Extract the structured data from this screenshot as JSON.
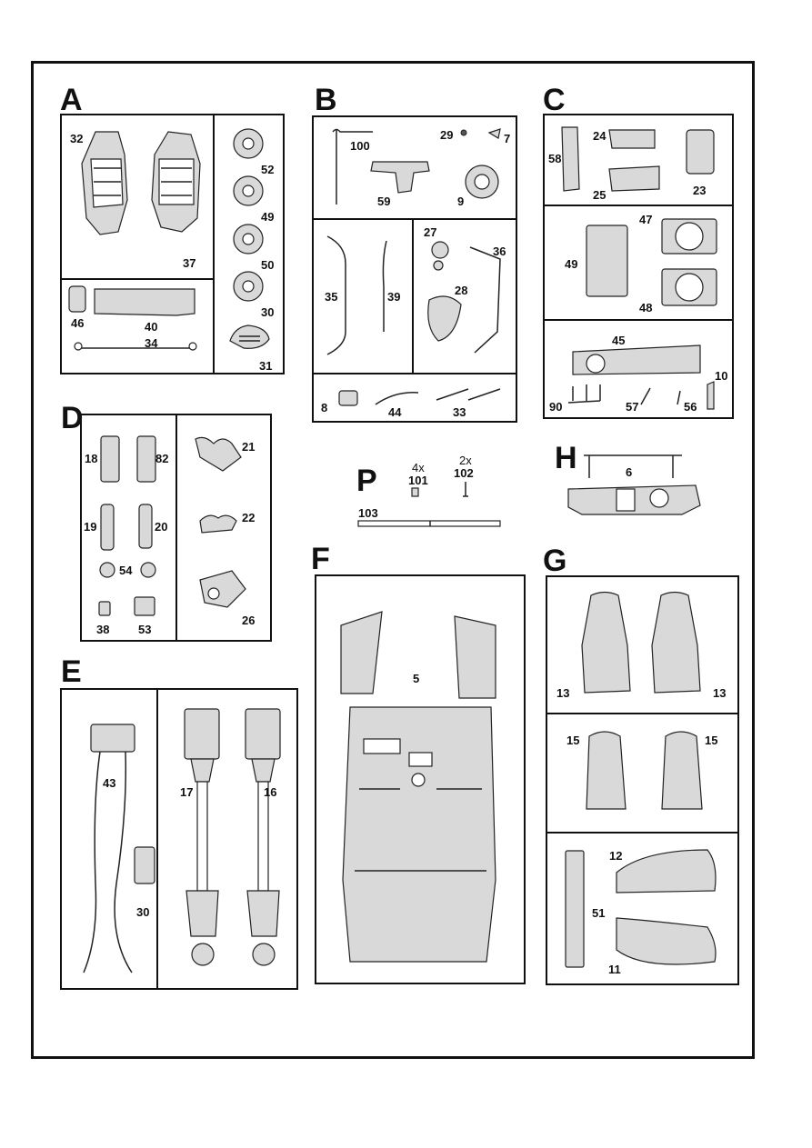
{
  "sections": {
    "A": {
      "letter": "A",
      "parts": {
        "p32": "32",
        "p37": "37",
        "p52": "52",
        "p49": "49",
        "p50": "50",
        "p30": "30",
        "p31": "31",
        "p46": "46",
        "p40": "40",
        "p34": "34"
      }
    },
    "B": {
      "letter": "B",
      "parts": {
        "p100": "100",
        "p29": "29",
        "p7": "7",
        "p59": "59",
        "p9": "9",
        "p27": "27",
        "p36": "36",
        "p35": "35",
        "p39": "39",
        "p28": "28",
        "p8": "8",
        "p44": "44",
        "p33": "33"
      }
    },
    "C": {
      "letter": "C",
      "parts": {
        "p58": "58",
        "p24": "24",
        "p25": "25",
        "p23": "23",
        "p47": "47",
        "p49": "49",
        "p48": "48",
        "p45": "45",
        "p10": "10",
        "p90": "90",
        "p57": "57",
        "p56": "56"
      }
    },
    "D": {
      "letter": "D",
      "parts": {
        "p18": "18",
        "p82": "82",
        "p21": "21",
        "p22": "22",
        "p19": "19",
        "p20": "20",
        "p54": "54",
        "p26": "26",
        "p38": "38",
        "p53": "53"
      }
    },
    "E": {
      "letter": "E",
      "parts": {
        "p43": "43",
        "p17": "17",
        "p16": "16",
        "p30": "30"
      }
    },
    "F": {
      "letter": "F",
      "parts": {
        "p5": "5"
      }
    },
    "G": {
      "letter": "G",
      "parts": {
        "p13a": "13",
        "p13b": "13",
        "p15a": "15",
        "p15b": "15",
        "p12": "12",
        "p51": "51",
        "p11": "11"
      }
    },
    "H": {
      "letter": "H",
      "parts": {
        "p6": "6"
      }
    },
    "P": {
      "letter": "P",
      "qty101": "4x",
      "p101": "101",
      "qty102": "2x",
      "p102": "102",
      "p103": "103"
    }
  },
  "colors": {
    "line": "#111111",
    "fill": "#d9d9d9"
  }
}
